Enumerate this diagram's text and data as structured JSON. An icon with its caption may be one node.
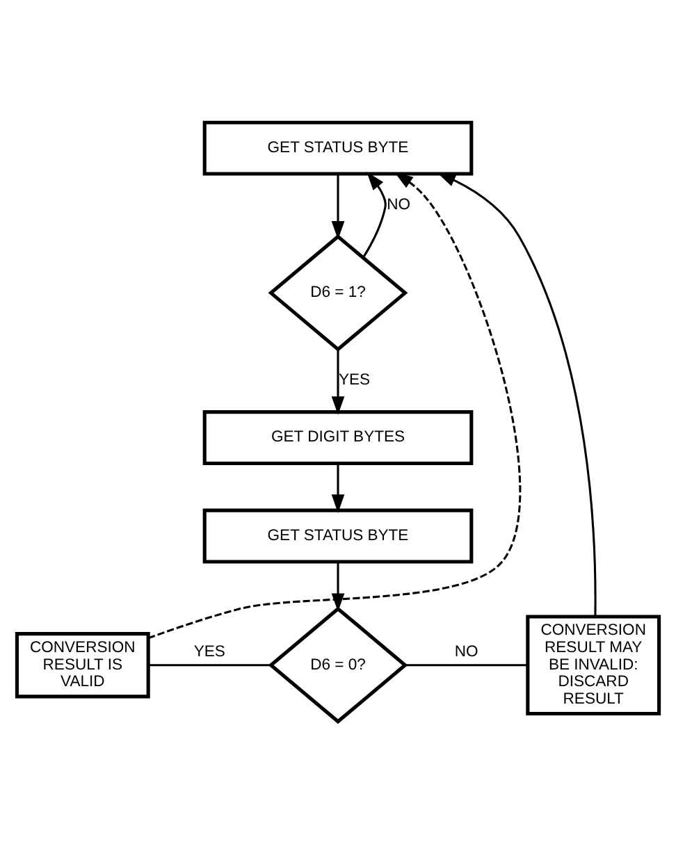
{
  "diagram": {
    "nodes": [
      {
        "text": [
          "GET STATUS BYTE"
        ]
      },
      {
        "text": [
          "D6 = 1?"
        ]
      },
      {
        "text": [
          "GET DIGIT BYTES"
        ]
      },
      {
        "text": [
          "GET STATUS BYTE"
        ]
      },
      {
        "text": [
          "D6 = 0?"
        ]
      },
      {
        "text": [
          "CONVERSION RESULT IS VALID"
        ]
      },
      {
        "text": [
          "CONVERSION RESULT MAY BE INVALID: DISCARD RESULT"
        ]
      }
    ],
    "edges": [
      {
        "from": 0,
        "to": 1,
        "arrow": "to"
      },
      {
        "from": 1,
        "to": 0,
        "arrow": "to",
        "label": "NO"
      },
      {
        "from": 1,
        "to": 2,
        "arrow": "to",
        "label": "YES"
      },
      {
        "from": 2,
        "to": 3,
        "arrow": "to"
      },
      {
        "from": 3,
        "to": 4,
        "arrow": "to"
      },
      {
        "from": 4,
        "to": 5,
        "arrow": "none",
        "label": "YES"
      },
      {
        "from": 4,
        "to": 6,
        "arrow": "none",
        "label": "NO"
      },
      {
        "from": 5,
        "to": 0,
        "arrow": "to",
        "style": "dashed"
      },
      {
        "from": 6,
        "to": 0,
        "arrow": "to"
      }
    ]
  }
}
